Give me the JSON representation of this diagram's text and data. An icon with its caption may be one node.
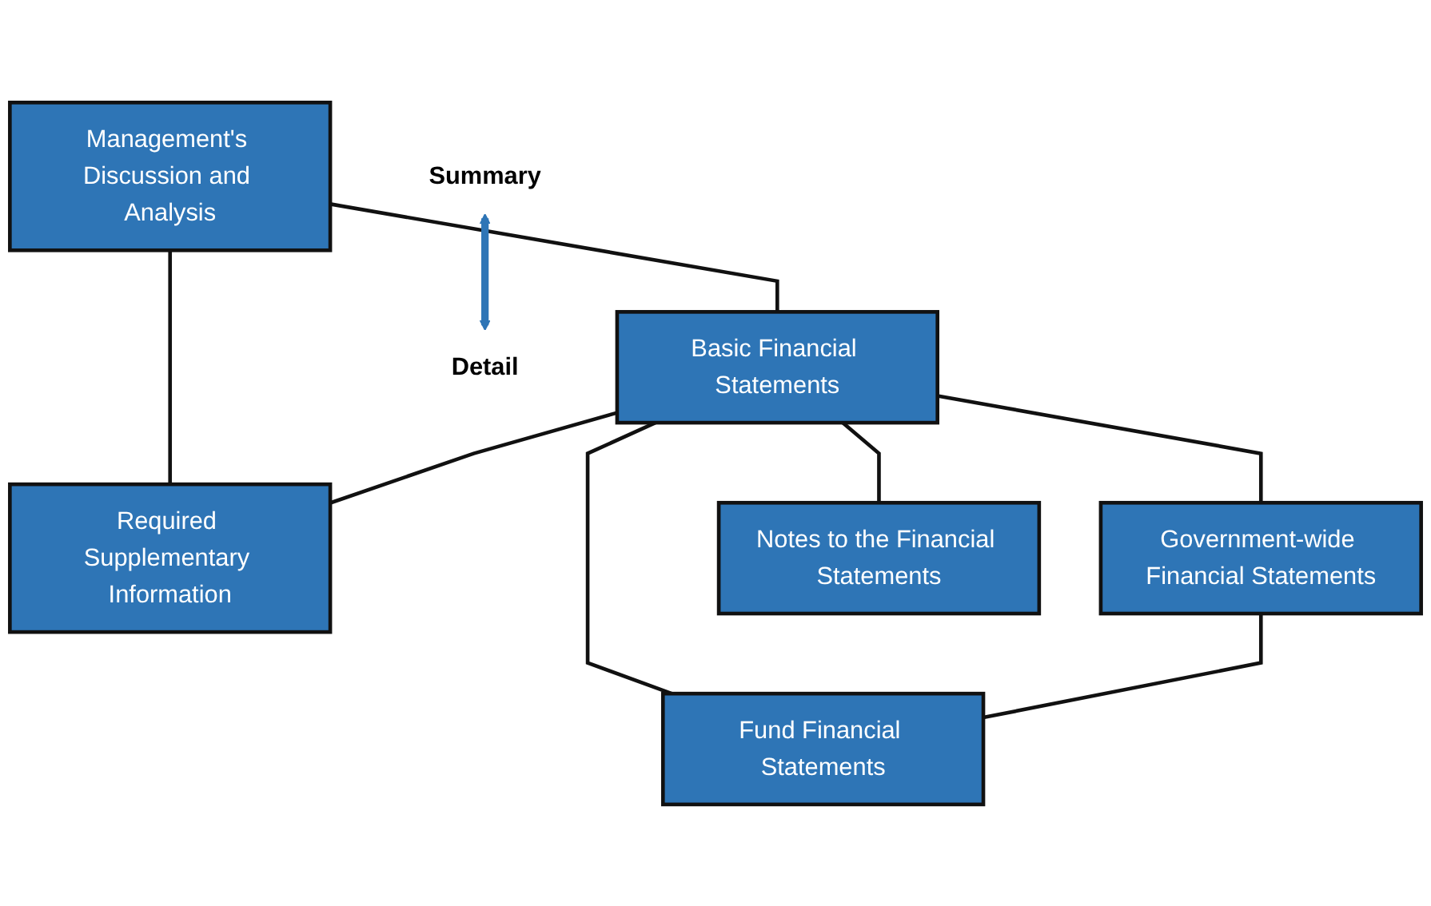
{
  "diagram": {
    "nodes": [
      {
        "text": [
          "Management's Discussion and Analysis"
        ]
      },
      {
        "text": [
          "Basic Financial Statements"
        ]
      },
      {
        "text": [
          "Required Supplementary Information"
        ]
      },
      {
        "text": [
          "Government-wide Financial Statements"
        ]
      },
      {
        "text": [
          "Fund Financial Statements"
        ]
      },
      {
        "text": [
          "Notes to the Financial Statements"
        ]
      },
      {
        "text": [
          "Summary"
        ]
      },
      {
        "text": [
          "Detail"
        ]
      }
    ],
    "edges": [
      {
        "from": 0,
        "to": 1,
        "arrow": "none"
      },
      {
        "from": 0,
        "to": 2,
        "arrow": "none"
      },
      {
        "from": 1,
        "to": 2,
        "arrow": "none"
      },
      {
        "from": 1,
        "to": 3,
        "arrow": "none"
      },
      {
        "from": 1,
        "to": 4,
        "arrow": "none"
      },
      {
        "from": 1,
        "to": 5,
        "arrow": "none"
      },
      {
        "from": 3,
        "to": 4,
        "arrow": "none"
      },
      {
        "from": 6,
        "to": 7,
        "arrow": "both",
        "style": "thick",
        "color": "#2e75b6"
      }
    ]
  }
}
